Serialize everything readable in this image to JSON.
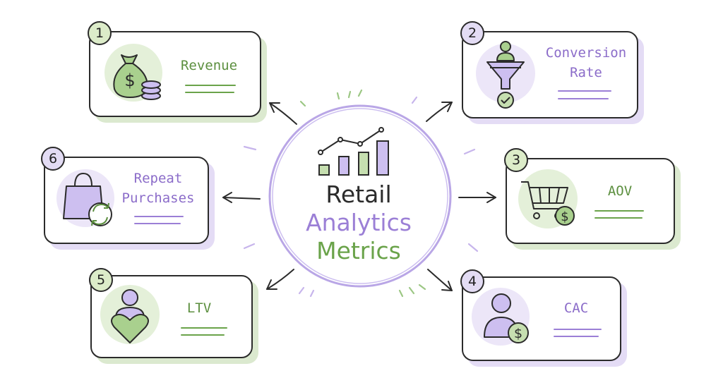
{
  "center": {
    "line1": "Retail",
    "line2": "Analytics",
    "line3": "Metrics",
    "icon": "rising-bar-chart-icon"
  },
  "metrics": [
    {
      "number": "1",
      "label_line1": "Revenue",
      "label_line2": "",
      "icon": "money-bag-coins-icon",
      "accent": "green"
    },
    {
      "number": "2",
      "label_line1": "Conversion",
      "label_line2": "Rate",
      "icon": "funnel-person-check-icon",
      "accent": "purple"
    },
    {
      "number": "3",
      "label_line1": "AOV",
      "label_line2": "",
      "icon": "shopping-cart-dollar-icon",
      "accent": "green"
    },
    {
      "number": "4",
      "label_line1": "CAC",
      "label_line2": "",
      "icon": "person-dollar-icon",
      "accent": "purple"
    },
    {
      "number": "5",
      "label_line1": "LTV",
      "label_line2": "",
      "icon": "person-heart-icon",
      "accent": "green"
    },
    {
      "number": "6",
      "label_line1": "Repeat",
      "label_line2": "Purchases",
      "icon": "shopping-bag-repeat-icon",
      "accent": "purple"
    }
  ],
  "colors": {
    "green": "#6aa34a",
    "purple": "#9b7fd6",
    "ink": "#2b2b2b",
    "title_dark": "#2b2b2b"
  }
}
